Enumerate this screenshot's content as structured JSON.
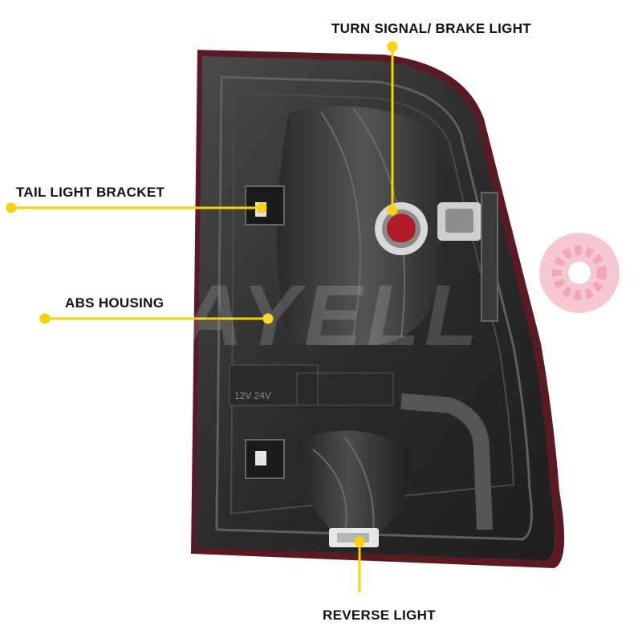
{
  "labels": {
    "turn_signal": "TURN SIGNAL/ BRAKE LIGHT",
    "tail_bracket": "TAIL LIGHT BRACKET",
    "abs_housing": "ABS HOUSING",
    "reverse_light": "REVERSE LIGHT"
  },
  "housing_text": {
    "voltage": "12V 24V"
  },
  "watermark": "AYELL",
  "colors": {
    "callout": "#f7d400",
    "housing": "#2e2e2e",
    "rim": "#5a1a22",
    "lens_red": "#b01c28"
  }
}
